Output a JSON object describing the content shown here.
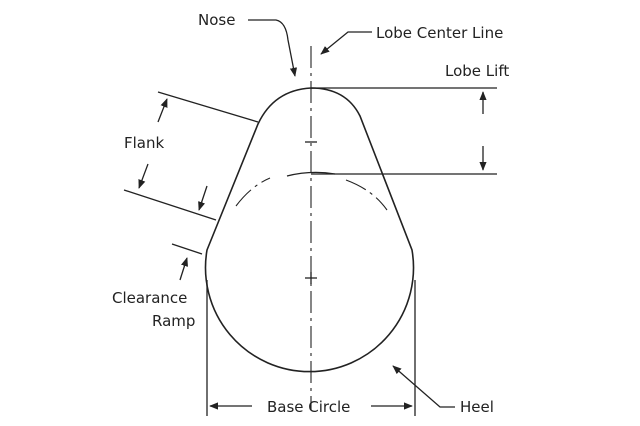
{
  "labels": {
    "nose": "Nose",
    "lobe_center_line": "Lobe Center Line",
    "lobe_lift": "Lobe Lift",
    "flank": "Flank",
    "clearance": "Clearance",
    "ramp": "Ramp",
    "base_circle": "Base Circle",
    "heel": "Heel"
  },
  "colors": {
    "line": "#222222",
    "background": "#ffffff"
  }
}
